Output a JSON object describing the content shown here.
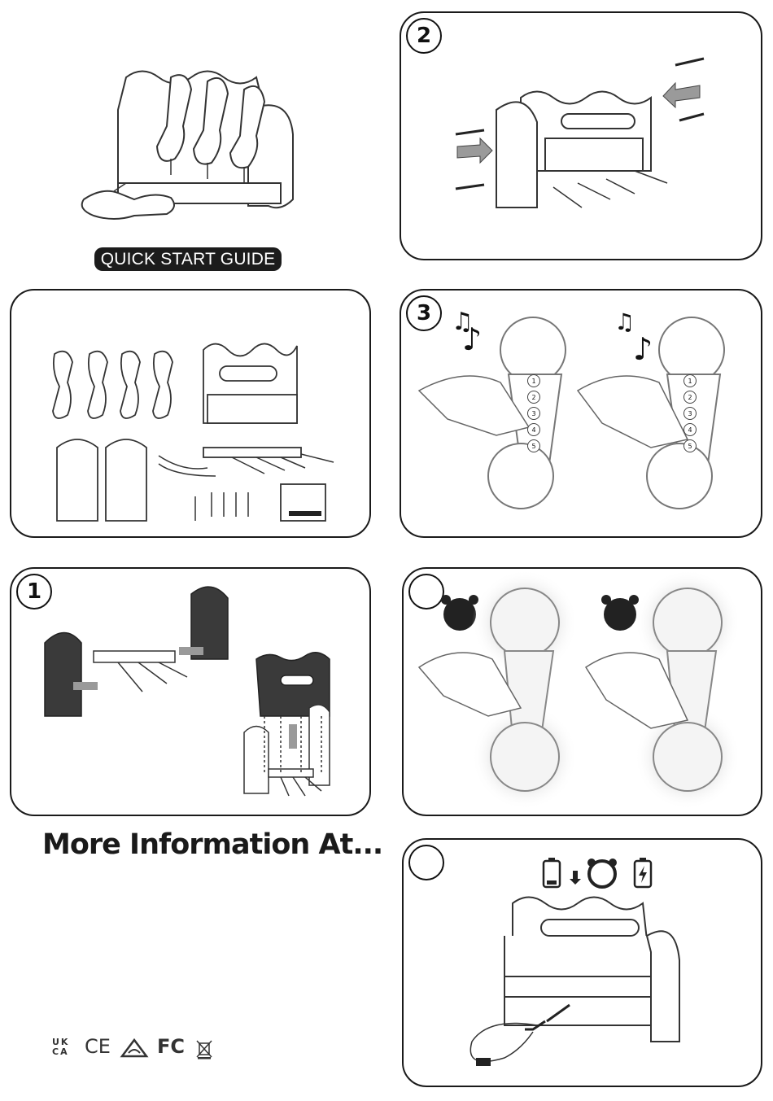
{
  "cover": {
    "guide_label": "QUICK START GUIDE"
  },
  "steps": {
    "panel_1": "1",
    "panel_2": "2",
    "panel_3": "3",
    "panel_4": "",
    "panel_5": ""
  },
  "handset_buttons": [
    "1",
    "2",
    "3",
    "4",
    "5"
  ],
  "more_info_heading": "More Information At...",
  "certifications": {
    "ukca": "UK CA",
    "ce": "CE",
    "rcm": "RCM",
    "fcc": "FC",
    "weee": "WEEE"
  }
}
